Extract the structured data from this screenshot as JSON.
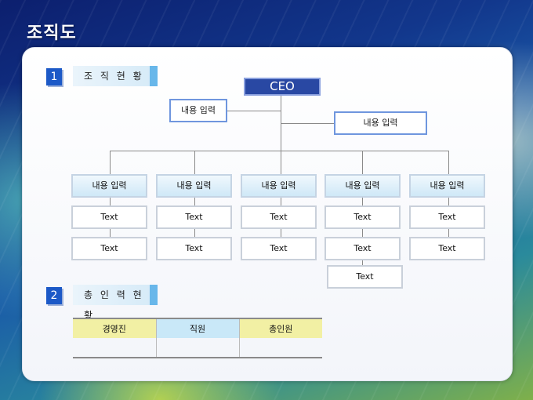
{
  "slide": {
    "title": "조직도",
    "section1": {
      "number": "1",
      "label": "조 직 현 황"
    },
    "section2": {
      "number": "2",
      "label": "총 인 력 현 황"
    }
  },
  "org": {
    "ceo": "CEO",
    "left_aide": "내용 입력",
    "right_aide": "내용 입력",
    "departments": [
      {
        "label": "내용 입력",
        "items": [
          "Text",
          "Text"
        ]
      },
      {
        "label": "내용 입력",
        "items": [
          "Text",
          "Text"
        ]
      },
      {
        "label": "내용 입력",
        "items": [
          "Text",
          "Text"
        ]
      },
      {
        "label": "내용 입력",
        "items": [
          "Text",
          "Text",
          "Text"
        ]
      },
      {
        "label": "내용 입력",
        "items": [
          "Text",
          "Text"
        ]
      }
    ]
  },
  "headcount_table": {
    "headers": [
      "경영진",
      "직원",
      "총인원"
    ],
    "values": [
      "",
      "",
      ""
    ]
  }
}
